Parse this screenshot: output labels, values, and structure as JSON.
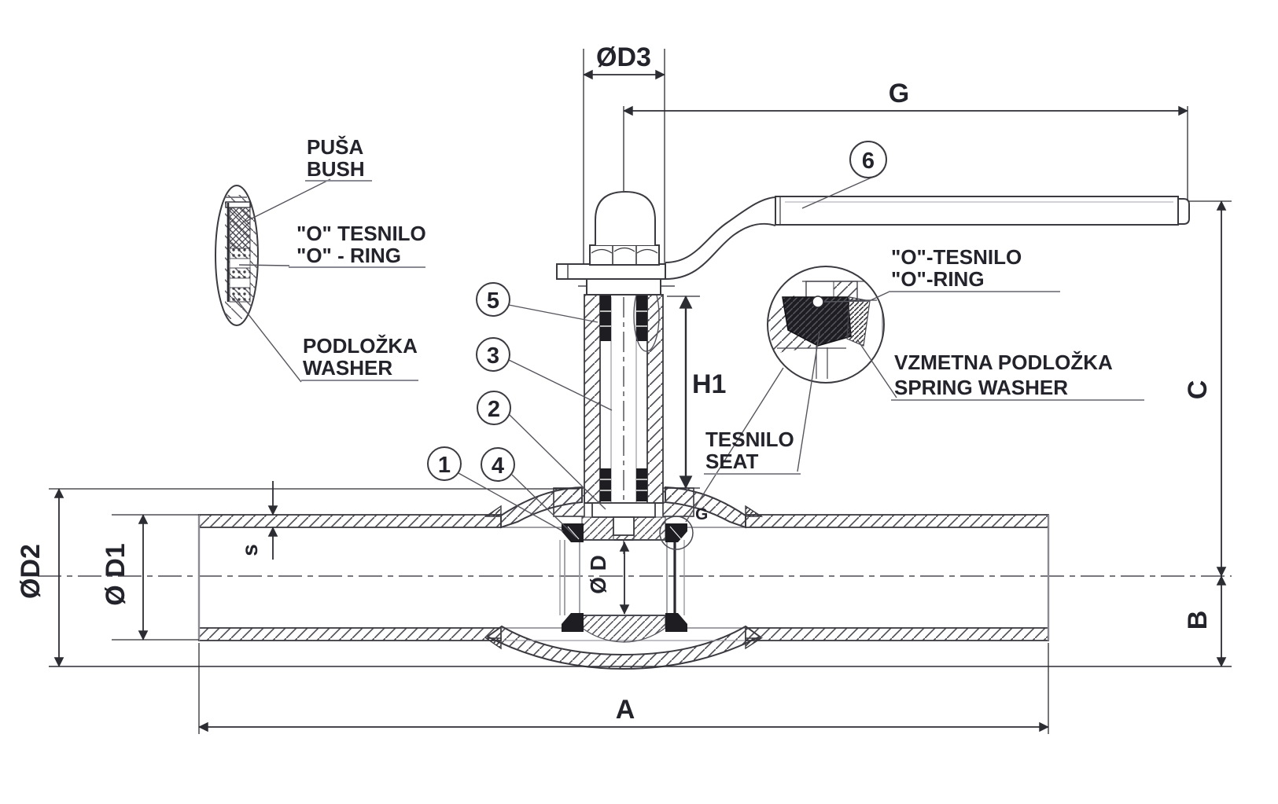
{
  "drawing_title": "welded ball valve cross-section",
  "dimensions": {
    "d3": "ØD3",
    "g": "G",
    "h1": "H1",
    "c": "C",
    "b": "B",
    "a": "A",
    "d": "Ø D",
    "d1": "Ø D1",
    "d2": "ØD2",
    "s": "s",
    "seat_detail_ref": "G"
  },
  "callouts": {
    "n1": "1",
    "n2": "2",
    "n3": "3",
    "n4": "4",
    "n5": "5",
    "n6": "6"
  },
  "labels": {
    "bush": {
      "l1": "PUŠA",
      "l2": "BUSH"
    },
    "oring_left": {
      "l1": "\"O\" TESNILO",
      "l2": "\"O\" - RING"
    },
    "washer": {
      "l1": "PODLOŽKA",
      "l2": "WASHER"
    },
    "oring_right": {
      "l1": "\"O\"-TESNILO",
      "l2": "\"O\"-RING"
    },
    "spring_washer": {
      "l1": "VZMETNA PODLOŽKA",
      "l2": "SPRING WASHER"
    },
    "seat": {
      "l1": "TESNILO",
      "l2": "SEAT"
    }
  },
  "colors": {
    "line_main": "#3a3a40",
    "line_thin": "#6a6a72",
    "line_gray": "#9a9aa2",
    "text": "#23232b",
    "seal_dark": "#1d1d22",
    "background": "#ffffff"
  }
}
